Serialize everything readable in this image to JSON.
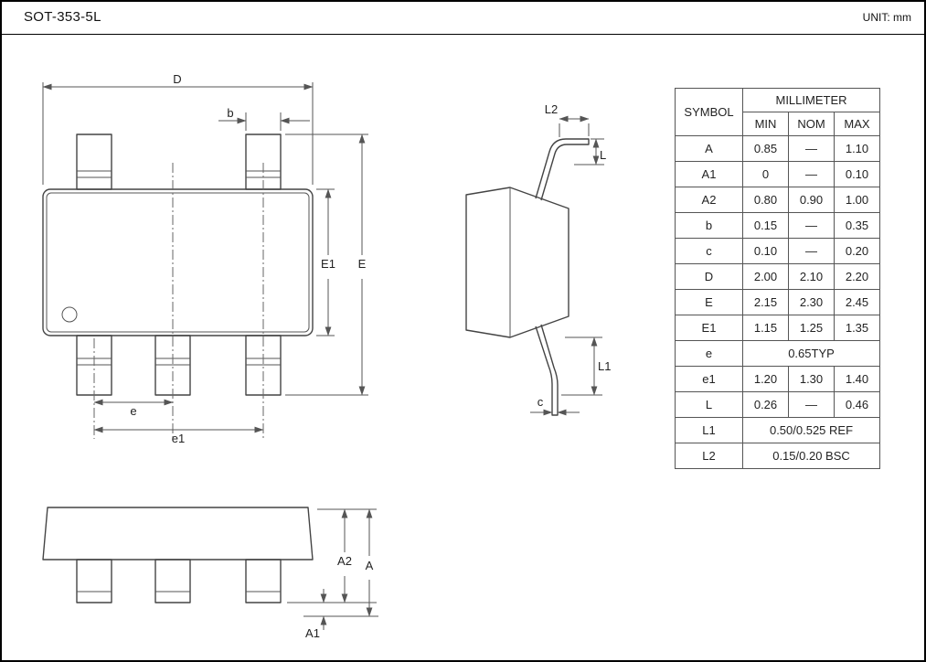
{
  "header": {
    "title": "SOT-353-5L",
    "unit": "UNIT: mm"
  },
  "labels": {
    "d": "D",
    "b": "b",
    "e1_body": "E1",
    "e_total": "E",
    "e_pitch": "e",
    "e1_pitch": "e1",
    "l2": "L2",
    "l": "L",
    "l1": "L1",
    "c": "c",
    "a2": "A2",
    "a": "A",
    "a1": "A1"
  },
  "table": {
    "symbol_header": "SYMBOL",
    "unit_header": "MILLIMETER",
    "columns": [
      "MIN",
      "NOM",
      "MAX"
    ],
    "rows": [
      {
        "symbol": "A",
        "min": "0.85",
        "nom": "—",
        "max": "1.10"
      },
      {
        "symbol": "A1",
        "min": "0",
        "nom": "—",
        "max": "0.10"
      },
      {
        "symbol": "A2",
        "min": "0.80",
        "nom": "0.90",
        "max": "1.00"
      },
      {
        "symbol": "b",
        "min": "0.15",
        "nom": "—",
        "max": "0.35"
      },
      {
        "symbol": "c",
        "min": "0.10",
        "nom": "—",
        "max": "0.20"
      },
      {
        "symbol": "D",
        "min": "2.00",
        "nom": "2.10",
        "max": "2.20"
      },
      {
        "symbol": "E",
        "min": "2.15",
        "nom": "2.30",
        "max": "2.45"
      },
      {
        "symbol": "E1",
        "min": "1.15",
        "nom": "1.25",
        "max": "1.35"
      },
      {
        "symbol": "e",
        "span": "0.65TYP"
      },
      {
        "symbol": "e1",
        "min": "1.20",
        "nom": "1.30",
        "max": "1.40"
      },
      {
        "symbol": "L",
        "min": "0.26",
        "nom": "—",
        "max": "0.46"
      },
      {
        "symbol": "L1",
        "span": "0.50/0.525 REF"
      },
      {
        "symbol": "L2",
        "span": "0.15/0.20 BSC"
      }
    ]
  }
}
